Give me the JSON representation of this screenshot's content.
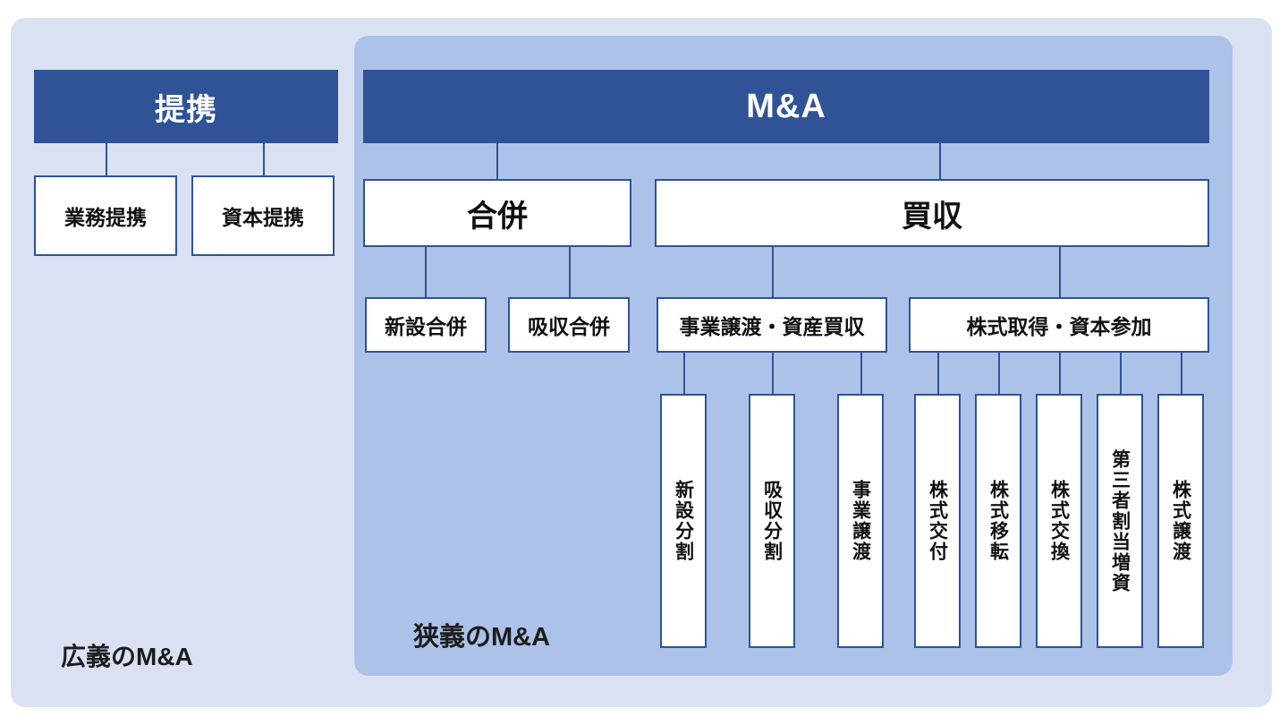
{
  "diagram": {
    "title_broad_caption": "広義のM&A",
    "title_narrow_caption": "狭義のM&A",
    "colors": {
      "header_bar": "#2F5396",
      "panel_outer": "#D9E1F3",
      "panel_inner": "#ADC2E8",
      "box_fill": "#FFFFFF",
      "box_border": "#2F5396",
      "header_text": "#FFFFFF",
      "box_text": "#111111"
    },
    "alliance": {
      "header": "提携",
      "children": [
        {
          "label": "業務提携"
        },
        {
          "label": "資本提携"
        }
      ]
    },
    "ma": {
      "header": "M&A",
      "children": [
        {
          "label": "合併",
          "children": [
            {
              "label": "新設合併",
              "children": [
                {
                  "label": "新設分割"
                }
              ]
            },
            {
              "label": "吸収合併",
              "children": [
                {
                  "label": "吸収分割"
                }
              ]
            }
          ]
        },
        {
          "label": "買収",
          "children": [
            {
              "label": "事業譲渡・資産買収",
              "children": [
                {
                  "label": "新設分割"
                },
                {
                  "label": "吸収分割"
                },
                {
                  "label": "事業譲渡"
                }
              ]
            },
            {
              "label": "株式取得・資本参加",
              "children": [
                {
                  "label": "株式交付"
                },
                {
                  "label": "株式移転"
                },
                {
                  "label": "株式交換"
                },
                {
                  "label": "第三者割当増資"
                },
                {
                  "label": "株式譲渡"
                }
              ]
            }
          ]
        }
      ]
    },
    "leaf_boxes_vertical": [
      {
        "label": "新設分割"
      },
      {
        "label": "吸収分割"
      },
      {
        "label": "事業譲渡"
      },
      {
        "label": "株式交付"
      },
      {
        "label": "株式移転"
      },
      {
        "label": "株式交換"
      },
      {
        "label": "第三者割当増資"
      },
      {
        "label": "株式譲渡"
      }
    ]
  }
}
